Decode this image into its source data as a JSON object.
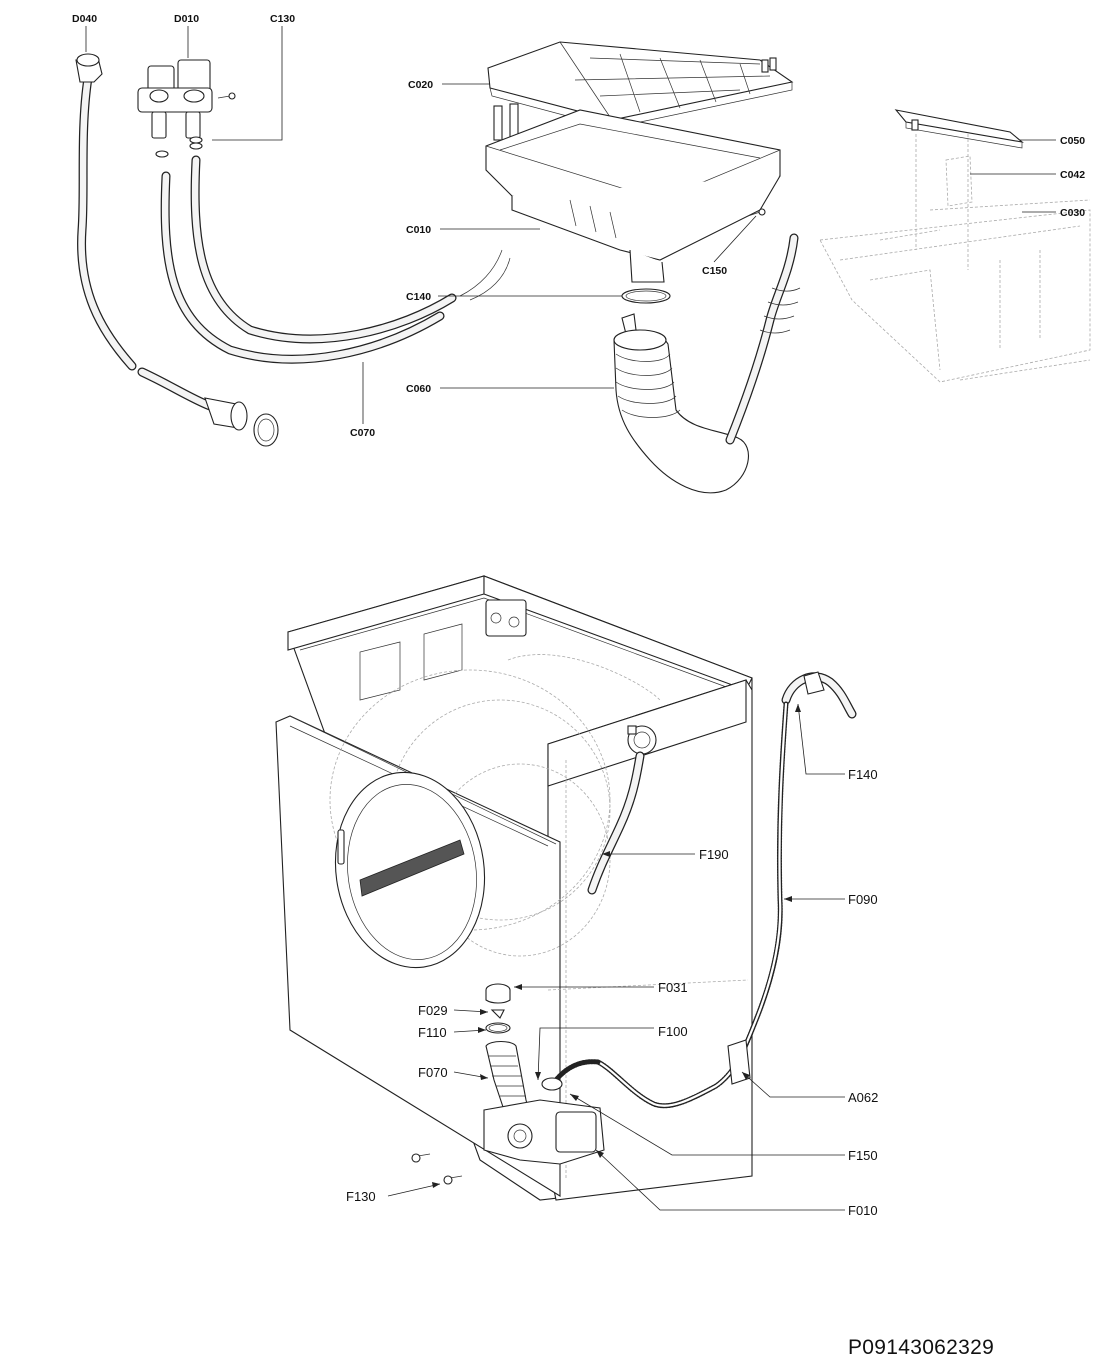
{
  "document_number": "P09143062329",
  "callouts": {
    "D040": "D040",
    "D010": "D010",
    "C130": "C130",
    "C020": "C020",
    "C010": "C010",
    "C140": "C140",
    "C060": "C060",
    "C070": "C070",
    "C150": "C150",
    "C050": "C050",
    "C042": "C042",
    "C030": "C030",
    "F140": "F140",
    "F190": "F190",
    "F090": "F090",
    "F031": "F031",
    "F029": "F029",
    "F110": "F110",
    "F100": "F100",
    "F070": "F070",
    "A062": "A062",
    "F150": "F150",
    "F130": "F130",
    "F010": "F010"
  }
}
